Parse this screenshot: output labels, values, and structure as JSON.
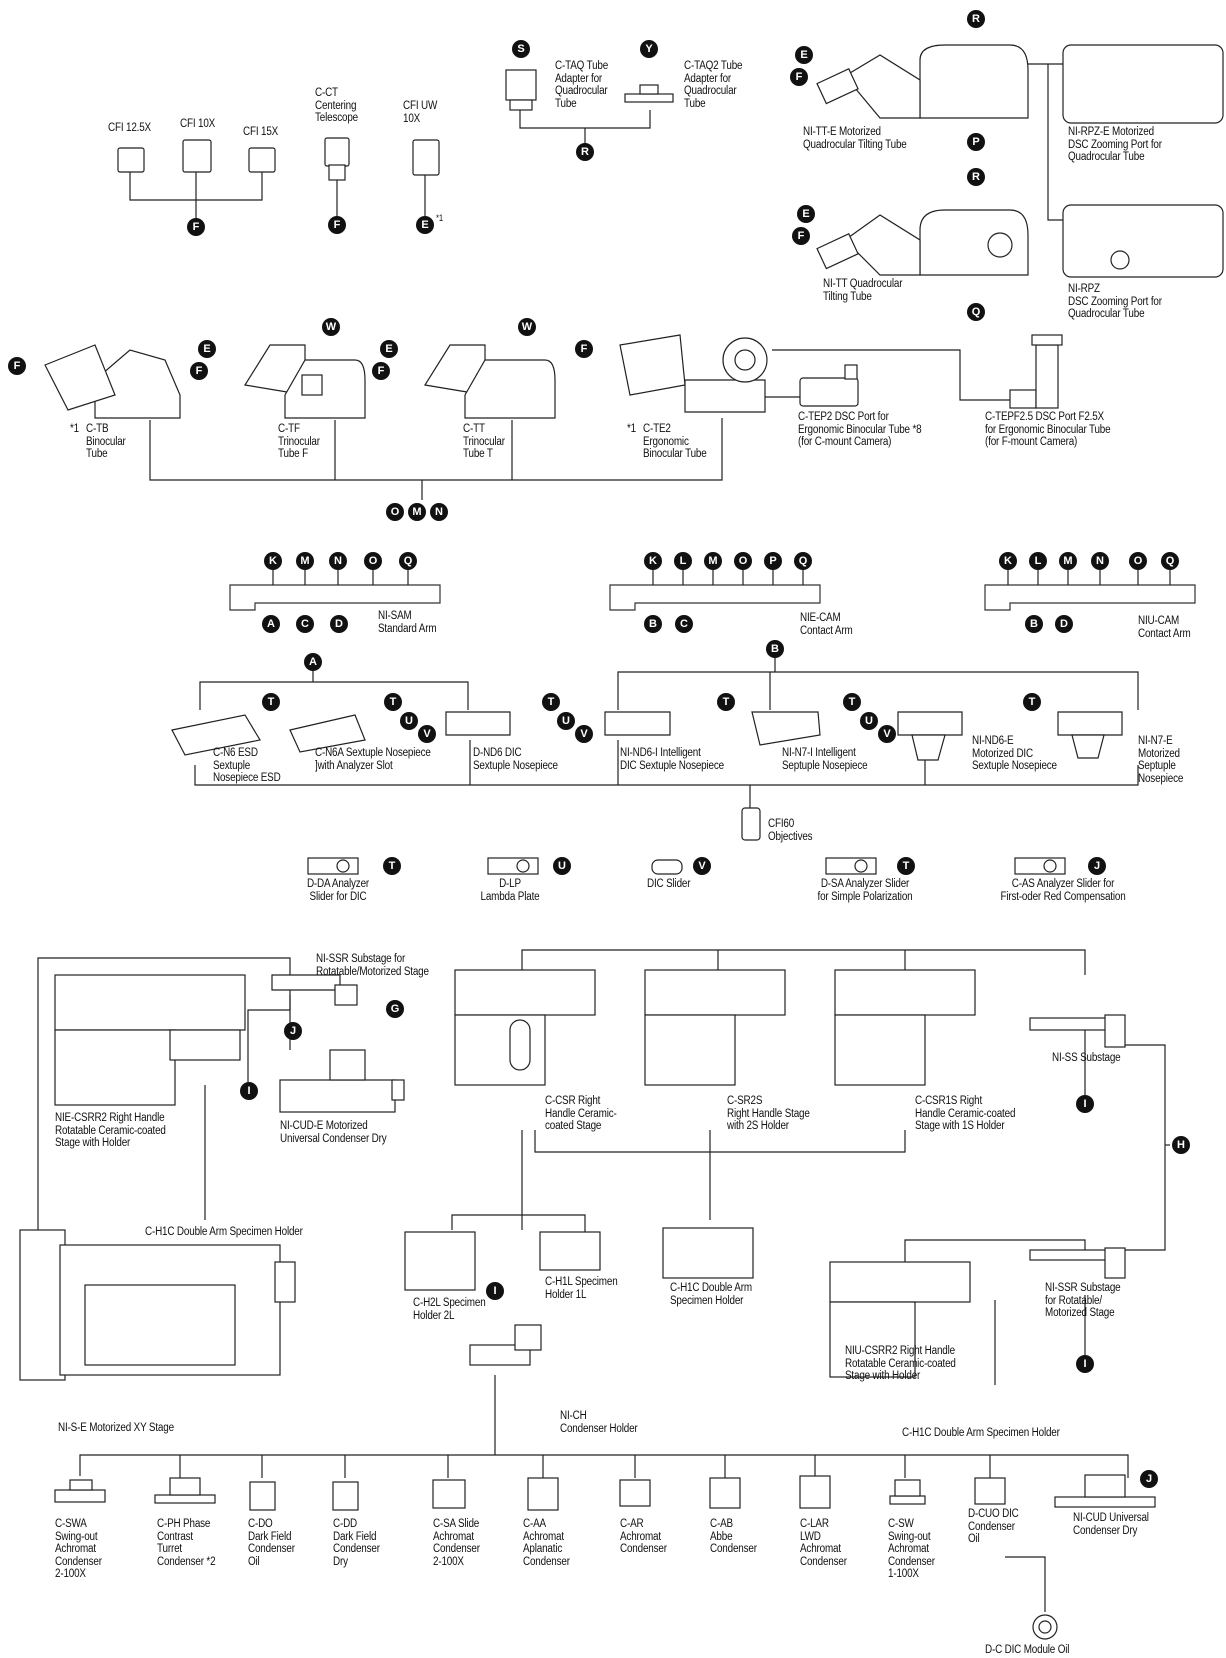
{
  "labels": {
    "cfi125x": "CFI 12.5X",
    "cfi10x": "CFI 10X",
    "cfi15x": "CFI 15X",
    "cct": "C-CT\nCentering\nTelescope",
    "cfiuw": "CFI UW\n10X",
    "ctaq": "C-TAQ Tube\nAdapter for\nQuadrocular\nTube",
    "ctaq2": "C-TAQ2 Tube\nAdapter for\nQuadrocular\nTube",
    "nitte": "NI-TT-E Motorized\nQuadrocular Tilting Tube",
    "nirpze": "NI-RPZ-E Motorized\nDSC Zooming Port for\nQuadrocular Tube",
    "nitt": "NI-TT Quadrocular\nTilting Tube",
    "nirpz": "NI-RPZ\nDSC Zooming Port for\nQuadrocular Tube",
    "ctb": "C-TB\nBinocular\nTube",
    "ctf": "C-TF\nTrinocular\nTube F",
    "ctt": "C-TT\nTrinocular\nTube T",
    "cte2": "C-TE2\nErgonomic\nBinocular Tube",
    "ctep2": "C-TEP2 DSC Port for\nErgonomic Binocular Tube *8\n(for C-mount Camera)",
    "ctepf": "C-TEPF2.5 DSC Port F2.5X\nfor Ergonomic Binocular Tube\n(for F-mount Camera)",
    "nisam": "NI-SAM\nStandard Arm",
    "niecam": "NIE-CAM\nContact Arm",
    "niucam": "NIU-CAM\nContact Arm",
    "cn6": "C-N6 ESD\nSextuple\nNosepiece ESD",
    "cn6a": "C-N6A Sextuple Nosepiece\n]with Analyzer Slot",
    "dnd6": "D-ND6 DIC\nSextuple Nosepiece",
    "nind6i": "NI-ND6-I Intelligent\nDIC Sextuple Nosepiece",
    "nin7i": "NI-N7-I Intelligent\nSeptuple Nosepiece",
    "nind6e": "NI-ND6-E\nMotorized DIC\nSextuple Nosepiece",
    "nin7e": "NI-N7-E\nMotorized\nSeptuple\nNosepiece",
    "cfi60": "CFI60\nObjectives",
    "dda": "D-DA Analyzer\nSlider for DIC",
    "dlp": "D-LP\nLambda Plate",
    "dicslider": "DIC Slider",
    "dsa": "D-SA Analyzer Slider\nfor Simple Polarization",
    "cas": "C-AS Analyzer Slider for\nFirst-oder Red Compensation",
    "nissr1": "NI-SSR Substage for\nRotatable/Motorized Stage",
    "niecsrr2": "NIE-CSRR2 Right Handle\nRotatable Ceramic-coated\nStage with Holder",
    "nicude": "NI-CUD-E Motorized\nUniversal Condenser Dry",
    "ccsr": "C-CSR Right\nHandle Ceramic-\ncoated Stage",
    "csr2s": "C-SR2S\nRight Handle Stage\nwith 2S Holder",
    "ccsr1s": "C-CSR1S Right\nHandle Ceramic-coated\nStage with 1S Holder",
    "niss": "NI-SS Substage",
    "ch1c1": "C-H1C Double Arm Specimen Holder",
    "ch2l": "C-H2L Specimen\nHolder 2L",
    "ch1l": "C-H1L Specimen\nHolder 1L",
    "ch1c2": "C-H1C Double Arm\nSpecimen Holder",
    "nissr2": "NI-SSR Substage\nfor Rotatable/\nMotorized Stage",
    "niucsrr2": "NIU-CSRR2 Right Handle\nRotatable Ceramic-coated\nStage with Holder",
    "nise": "NI-S-E Motorized XY Stage",
    "nich": "NI-CH\nCondenser Holder",
    "ch1c3": "C-H1C Double Arm Specimen Holder",
    "cswa": "C-SWA\nSwing-out\nAchromat\nCondenser\n2-100X",
    "cph": "C-PH Phase\nContrast\nTurret\nCondenser *2",
    "cdo": "C-DO\nDark Field\nCondenser\nOil",
    "cdd": "C-DD\nDark Field\nCondenser\nDry",
    "csa": "C-SA Slide\nAchromat\nCondenser\n2-100X",
    "caa": "C-AA\nAchromat\nAplanatic\nCondenser",
    "car": "C-AR\nAchromat\nCondenser",
    "cab": "C-AB\nAbbe\nCondenser",
    "clar": "C-LAR\nLWD\nAchromat\nCondenser",
    "csw": "C-SW\nSwing-out\nAchromat\nCondenser\n1-100X",
    "dcuo": "D-CUO DIC\nCondenser\nOil",
    "nicud": "NI-CUD Universal\nCondenser Dry",
    "dc": "D-C DIC Module Oil",
    "star1": "*1",
    "star2": "*1",
    "star3": "*1"
  },
  "badges": {
    "b_f1": "F",
    "b_f2": "F",
    "b_e1": "E",
    "b_e1sup": "*1",
    "b_s": "S",
    "b_y": "Y",
    "b_r1": "R",
    "b_r2": "R",
    "b_e2": "E",
    "b_f3": "F",
    "b_p1": "P",
    "b_r3": "R",
    "b_e3": "E",
    "b_f4": "F",
    "b_q1": "Q",
    "b_f5": "F",
    "b_e4": "E",
    "b_f6": "F",
    "b_w1": "W",
    "b_e5": "E",
    "b_f7": "F",
    "b_w2": "W",
    "b_f8": "F",
    "b_o1": "O",
    "b_m1": "M",
    "b_n1": "N",
    "b_k1": "K",
    "b_m2": "M",
    "b_n2": "N",
    "b_o2": "O",
    "b_q2": "Q",
    "b_a1": "A",
    "b_c1": "C",
    "b_d1": "D",
    "b_k2": "K",
    "b_l1": "L",
    "b_m3": "M",
    "b_o3": "O",
    "b_p2": "P",
    "b_q3": "Q",
    "b_b1": "B",
    "b_c2": "C",
    "b_k3": "K",
    "b_l2": "L",
    "b_m4": "M",
    "b_n3": "N",
    "b_o4": "O",
    "b_q4": "Q",
    "b_b2": "B",
    "b_d2": "D",
    "b_a2": "A",
    "b_b3": "B",
    "b_t1": "T",
    "b_t2": "T",
    "b_u1": "U",
    "b_v1": "V",
    "b_t3": "T",
    "b_u2": "U",
    "b_v2": "V",
    "b_t4": "T",
    "b_u3": "U",
    "b_v3": "V",
    "b_t5": "T",
    "b_t6": "T",
    "b_u4": "U",
    "b_v4": "V",
    "b_t7": "T",
    "b_t8": "T",
    "b_g": "G",
    "b_j1": "J",
    "b_i1": "I",
    "b_i2": "I",
    "b_h": "H",
    "b_i3": "I",
    "b_i4": "I",
    "b_j2": "J"
  },
  "colors": {
    "ink": "#111111",
    "outline": "#222222",
    "shade": "#555555",
    "paper": "#ffffff"
  }
}
